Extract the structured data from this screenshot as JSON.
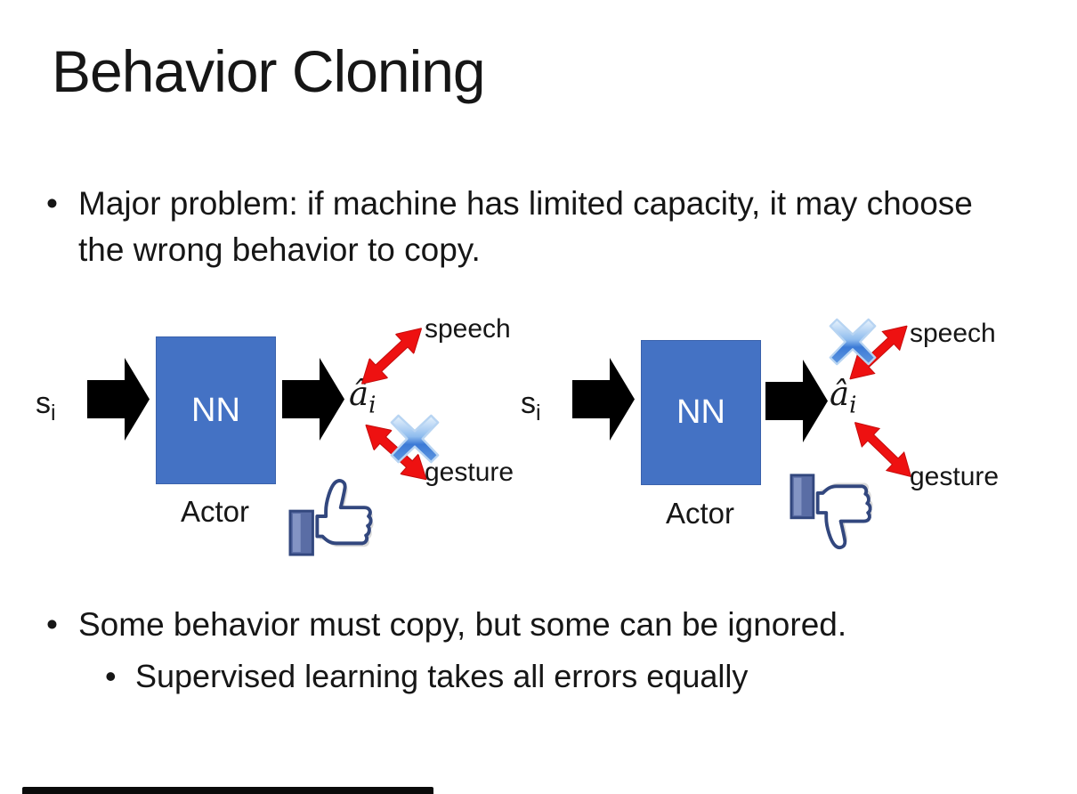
{
  "title": "Behavior Cloning",
  "bullets": {
    "major_problem": "Major problem: if machine has limited capacity, it may choose the wrong behavior to copy.",
    "some_behavior": "Some behavior must copy, but some can be ignored.",
    "supervised": "Supervised learning takes all errors equally"
  },
  "diagrams": [
    {
      "side": "left",
      "input": "s",
      "input_sub": "i",
      "nn": "NN",
      "actor": "Actor",
      "output": "â",
      "output_sub": "i",
      "speech": "speech",
      "gesture": "gesture",
      "crossed_out": "gesture",
      "feedback_icon": "thumbs-up"
    },
    {
      "side": "right",
      "input": "s",
      "input_sub": "i",
      "nn": "NN",
      "actor": "Actor",
      "output": "â",
      "output_sub": "i",
      "speech": "speech",
      "gesture": "gesture",
      "crossed_out": "speech",
      "feedback_icon": "thumbs-down"
    }
  ],
  "colors": {
    "nn_box": "#4472C4",
    "black_arrow": "#000000",
    "red_arrow": "#EE1111",
    "cross_blue": "#4E8BD8",
    "icon_navy": "#32477E",
    "cuff_blue": "#5A6DA5"
  }
}
